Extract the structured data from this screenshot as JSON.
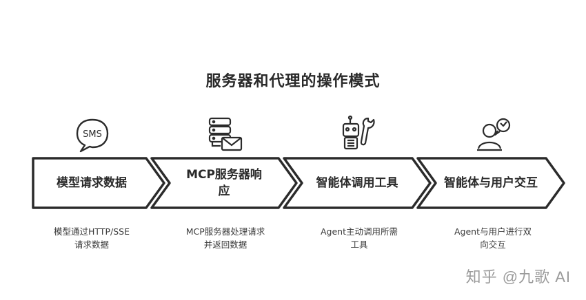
{
  "title": "服务器和代理的操作模式",
  "steps": [
    {
      "icon": "sms-bubble-icon",
      "icon_text": "SMS",
      "label": "模型请求数据",
      "desc_line1": "模型通过HTTP/SSE",
      "desc_line2": "请求数据"
    },
    {
      "icon": "server-mail-icon",
      "label_line1": "MCP服务器响",
      "label_line2": "应",
      "desc_line1": "MCP服务器处理请求",
      "desc_line2": "并返回数据"
    },
    {
      "icon": "robot-wrench-icon",
      "label": "智能体调用工具",
      "desc_line1": "Agent主动调用所需",
      "desc_line2": "工具"
    },
    {
      "icon": "user-chat-icon",
      "label": "智能体与用户交互",
      "desc_line1": "Agent与用户进行双",
      "desc_line2": "向交互"
    }
  ],
  "watermark": "知乎 @九歌 AI",
  "colors": {
    "stroke": "#2b2b2b",
    "text": "#2a2a2a",
    "watermark": "#9a9a9a"
  }
}
